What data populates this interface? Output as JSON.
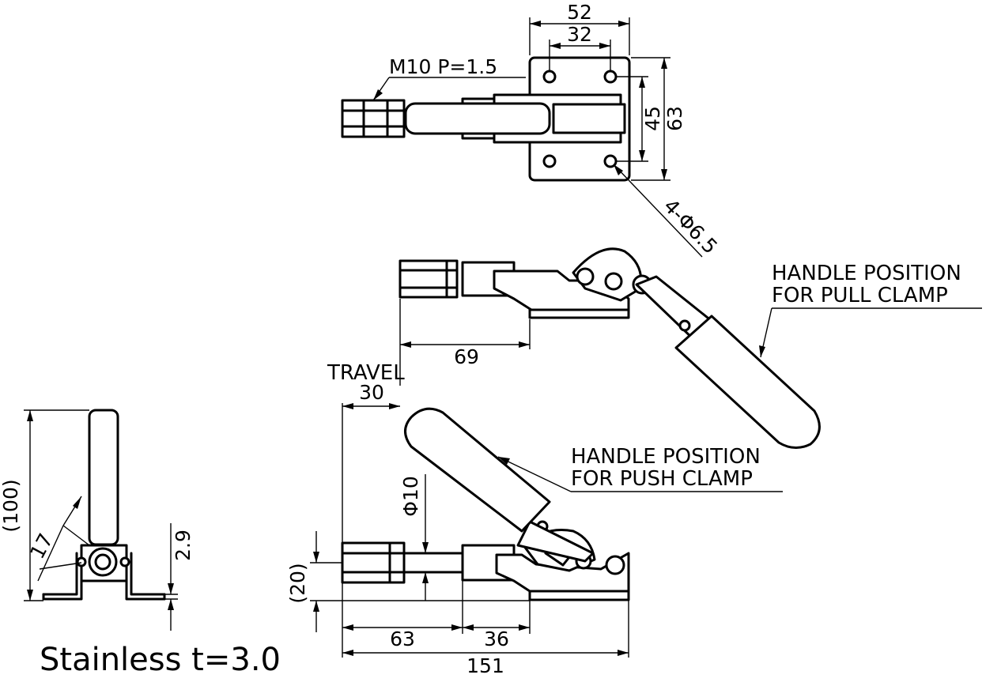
{
  "top_view": {
    "width_outer": "52",
    "width_inner": "32",
    "height_outer": "63",
    "height_inner": "45",
    "thread": "M10 P=1.5",
    "holes": "4-Φ6.5"
  },
  "side_view": {
    "reach": "69",
    "travel_label": "TRAVEL",
    "travel_value": "30",
    "pull_note_line1": "HANDLE POSITION",
    "pull_note_line2": "FOR PULL CLAMP",
    "push_note_line1": "HANDLE POSITION",
    "push_note_line2": "FOR PUSH CLAMP",
    "rod_diameter": "Φ10",
    "height": "(20)",
    "dim_63": "63",
    "dim_36": "36",
    "overall_length": "151"
  },
  "front_view": {
    "height": "(100)",
    "width": "17",
    "thickness": "2.9"
  },
  "material_note": "Stainless t=3.0"
}
